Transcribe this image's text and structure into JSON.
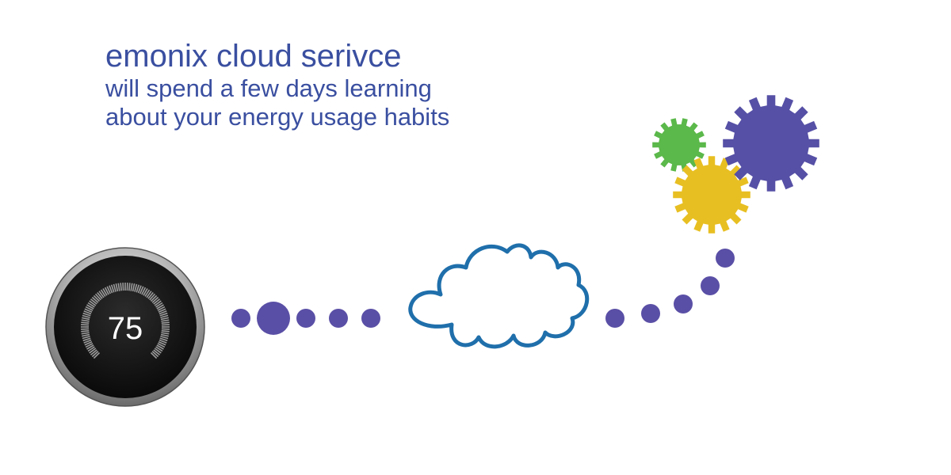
{
  "header": {
    "title": "emonix cloud serivce",
    "line1": "will spend a few days learning",
    "line2": "about your energy usage habits"
  },
  "thermostat": {
    "value": "75"
  },
  "colors": {
    "text": "#3a4fa0",
    "dots": "#5a4fa6",
    "cloud_stroke": "#1f6fab",
    "gear_green": "#5bb84a",
    "gear_yellow": "#e8bf22",
    "gear_purple": "#5650a6",
    "thermostat_face": "#111111",
    "thermostat_ring": "#9a9a9a"
  },
  "icons": {
    "device": "thermostat-icon",
    "cloud": "cloud-icon",
    "gears": [
      "gear-green-icon",
      "gear-yellow-icon",
      "gear-purple-icon"
    ]
  }
}
